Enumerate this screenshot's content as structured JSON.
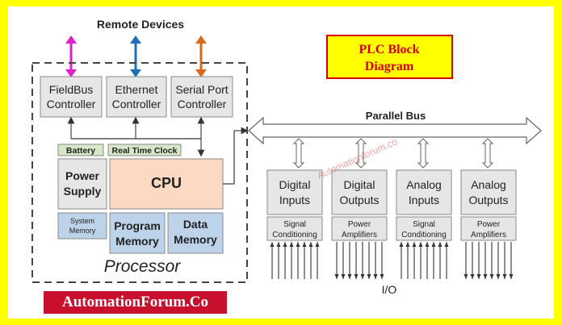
{
  "title": {
    "line1": "PLC Block",
    "line2": "Diagram"
  },
  "remote_devices_label": "Remote Devices",
  "parallel_bus_label": "Parallel Bus",
  "processor_label": "Processor",
  "io_label": "I/O",
  "brand_label": "AutomationForum.Co",
  "watermark": "Automationforum.co",
  "controllers": [
    {
      "line1": "FieldBus",
      "line2": "Controller"
    },
    {
      "line1": "Ethernet",
      "line2": "Controller"
    },
    {
      "line1": "Serial Port",
      "line2": "Controller"
    }
  ],
  "battery": "Battery",
  "real_time_clock": "Real Time Clock",
  "cpu": "CPU",
  "power_supply": {
    "line1": "Power",
    "line2": "Supply"
  },
  "system_memory": {
    "line1": "System",
    "line2": "Memory"
  },
  "program_memory": {
    "line1": "Program",
    "line2": "Memory"
  },
  "data_memory": {
    "line1": "Data",
    "line2": "Memory"
  },
  "io_modules": [
    {
      "line1": "Digital",
      "line2": "Inputs",
      "sub1": "Signal",
      "sub2": "Conditioning"
    },
    {
      "line1": "Digital",
      "line2": "Outputs",
      "sub1": "Power",
      "sub2": "Amplifiers"
    },
    {
      "line1": "Analog",
      "line2": "Inputs",
      "sub1": "Signal",
      "sub2": "Conditioning"
    },
    {
      "line1": "Analog",
      "line2": "Outputs",
      "sub1": "Power",
      "sub2": "Amplifiers"
    }
  ],
  "colors": {
    "frame": "#ffff00",
    "title_border": "#d40000",
    "title_text": "#d40000",
    "brand_bg": "#c8102e",
    "remote_arrow_1": "#e020c8",
    "remote_arrow_2": "#1c6fb8",
    "remote_arrow_3": "#d86a1e"
  }
}
